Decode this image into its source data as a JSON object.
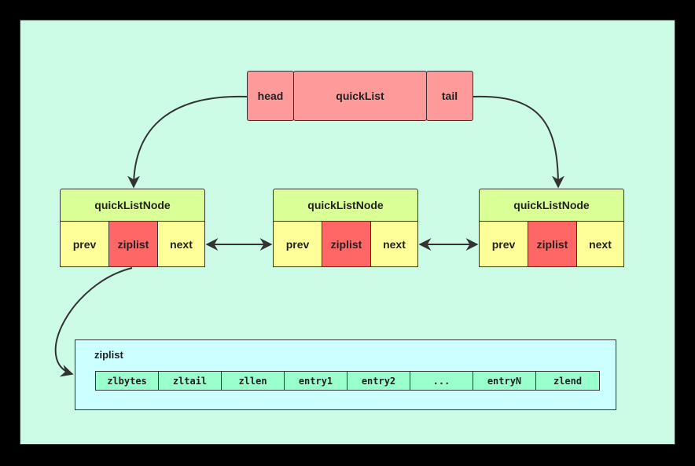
{
  "quicklist": {
    "head": "head",
    "name": "quickList",
    "tail": "tail"
  },
  "nodes": [
    {
      "title": "quickListNode",
      "prev": "prev",
      "ziplist": "ziplist",
      "next": "next"
    },
    {
      "title": "quickListNode",
      "prev": "prev",
      "ziplist": "ziplist",
      "next": "next"
    },
    {
      "title": "quickListNode",
      "prev": "prev",
      "ziplist": "ziplist",
      "next": "next"
    }
  ],
  "ziplist": {
    "title": "ziplist",
    "fields": [
      "zlbytes",
      "zltail",
      "zllen",
      "entry1",
      "entry2",
      "...",
      "entryN",
      "zlend"
    ]
  },
  "colors": {
    "background": "#000000",
    "canvas": "#ccfce6",
    "quicklist": "#ff9a9a",
    "node_title": "#d9ff96",
    "node_cell": "#ffff99",
    "node_ziplist": "#ff6666",
    "ziplist_container": "#ccffff",
    "ziplist_field": "#99ffcc"
  }
}
